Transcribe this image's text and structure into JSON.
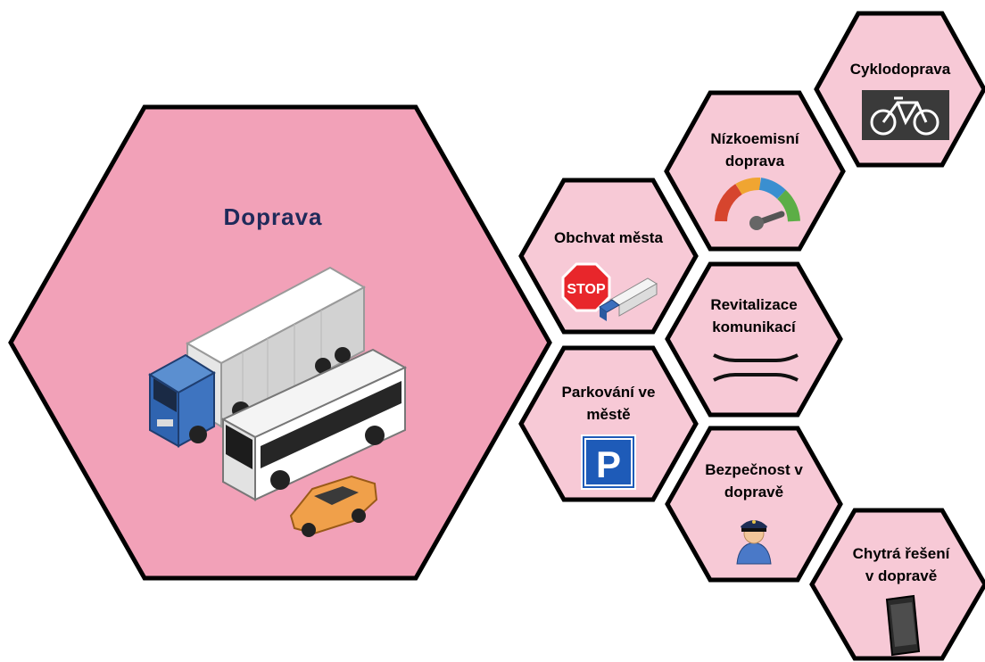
{
  "main": {
    "title": "Doprava",
    "icons": [
      "truck-icon",
      "bus-icon",
      "car-icon"
    ]
  },
  "tiles": [
    {
      "id": "cyklodoprava",
      "lines": [
        "Cyklodoprava"
      ],
      "icon": "bicycle-icon"
    },
    {
      "id": "nizkoemisni",
      "lines": [
        "Nízkoemisní",
        "doprava"
      ],
      "icon": "gauge-icon"
    },
    {
      "id": "obchvat",
      "lines": [
        "Obchvat města"
      ],
      "icon": "stop-sign-icon"
    },
    {
      "id": "revitalizace",
      "lines": [
        "Revitalizace",
        "komunikací"
      ],
      "icon": "road-icon"
    },
    {
      "id": "parkovani",
      "lines": [
        "Parkování ve",
        "městě"
      ],
      "icon": "parking-sign-icon",
      "sign_letter": "P"
    },
    {
      "id": "bezpecnost",
      "lines": [
        "Bezpečnost v",
        "dopravě"
      ],
      "icon": "police-officer-icon"
    },
    {
      "id": "chytra",
      "lines": [
        "Chytrá řešení",
        "v dopravě"
      ],
      "icon": "smartphone-icon"
    }
  ],
  "stop_sign_text": "STOP",
  "colors": {
    "main_hex": "#f2a1b8",
    "tile_hex": "#f7c9d6",
    "title": "#1f2a5a",
    "outline": "#000000"
  }
}
